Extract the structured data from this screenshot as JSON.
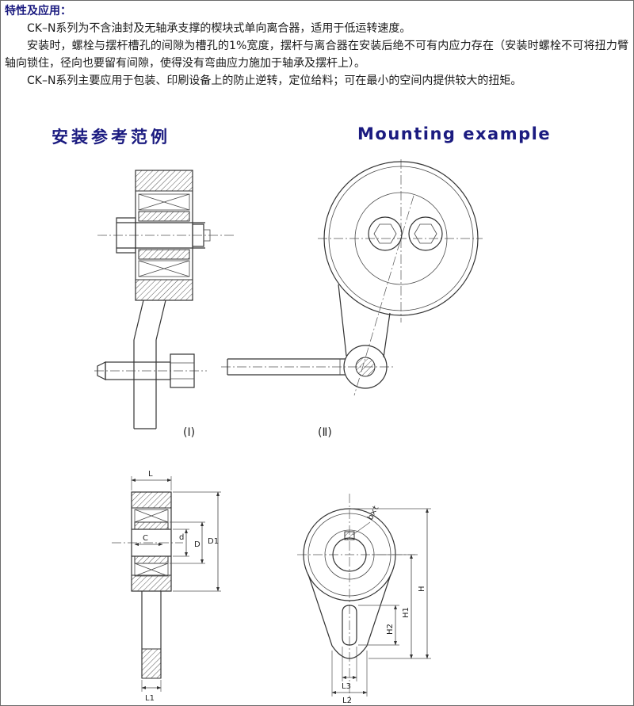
{
  "intro": {
    "title": "特性及应用：",
    "paragraphs": [
      "CK–N系列为不含油封及无轴承支撑的楔块式单向离合器，适用于低运转速度。",
      "安装时，螺栓与摆杆槽孔的间隙为槽孔的1%宽度，摆杆与离合器在安装后绝不可有内应力存在（安装时螺栓不可将扭力臂轴向锁住，径向也要留有间隙，使得没有弯曲应力施加于轴承及摆杆上）。",
      "CK–N系列主要应用于包装、印刷设备上的防止逆转，定位给料；可在最小的空间内提供较大的扭矩。"
    ]
  },
  "headings": {
    "zh": "安装参考范例",
    "en": "Mounting example"
  },
  "figures": {
    "fig1_label": "(Ⅰ)",
    "fig2_label": "(Ⅱ)"
  },
  "dims_left": {
    "L": "L",
    "C": "C",
    "d": "d",
    "D": "D",
    "D1": "D1",
    "L1": "L1"
  },
  "dims_right": {
    "bxt": "b×t",
    "H": "H",
    "H1": "H1",
    "H2": "H2",
    "L2": "L2",
    "L3": "L3"
  },
  "colors": {
    "heading_navy": "#1b1b80",
    "body_text": "#1a1a1a",
    "line": "#3a3a3a"
  }
}
